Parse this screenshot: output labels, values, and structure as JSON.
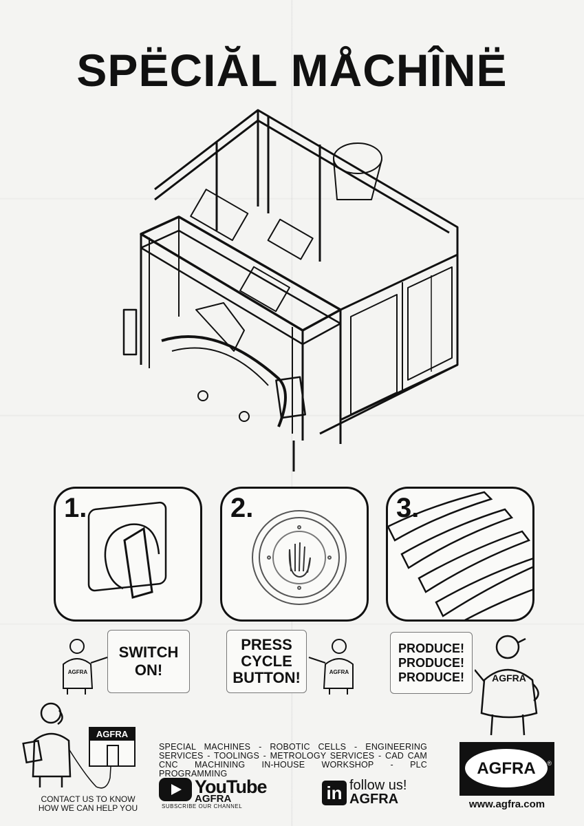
{
  "title": "SPËCIĂL MÅCHÎNË",
  "steps": [
    {
      "number": "1.",
      "caption": [
        "SWITCH",
        "ON!"
      ]
    },
    {
      "number": "2.",
      "caption": [
        "PRESS",
        "CYCLE",
        "BUTTON!"
      ]
    },
    {
      "number": "3.",
      "caption": [
        "PRODUCE!",
        "PRODUCE!",
        "PRODUCE!"
      ]
    }
  ],
  "mascot_label": "AGFRA",
  "shop_sign": "AGFRA",
  "contact": [
    "CONTACT US TO KNOW",
    "HOW WE CAN HELP YOU"
  ],
  "services": "SPECIAL MACHINES - ROBOTIC CELLS - ENGINEERING SERVICES - TOOLINGS - METROLOGY SERVICES - CAD CAM CNC MACHINING IN-HOUSE WORKSHOP - PLC PROGRAMMING",
  "youtube": {
    "word": "YouTube",
    "brand": "AGFRA",
    "subscribe": "SUBSCRIBE OUR CHANNEL"
  },
  "linkedin": {
    "icon": "in",
    "follow": "follow us!",
    "brand": "AGFRA"
  },
  "logo": {
    "text": "AGFRA",
    "reg": "®"
  },
  "website": "www.agfra.com",
  "icons": [
    "machine-illustration",
    "rotary-switch-icon",
    "palm-button-icon",
    "produced-parts-icon",
    "mascot-figure",
    "phone-mascot",
    "shop-icon",
    "youtube-play-icon",
    "linkedin-icon"
  ]
}
